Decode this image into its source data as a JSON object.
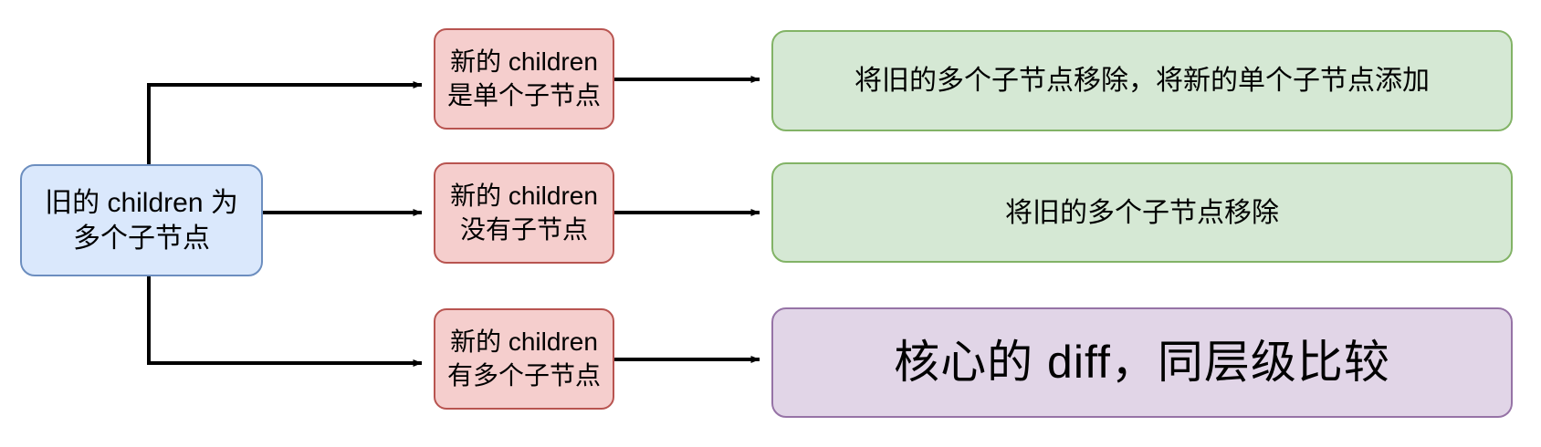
{
  "diagram": {
    "title": "React children diff decision flow",
    "colors": {
      "source_fill": "#dae8fc",
      "source_stroke": "#6c8ebf",
      "condition_fill": "#f5cecd",
      "condition_stroke": "#b85450",
      "result_fill": "#d5e8d4",
      "result_stroke": "#82b366",
      "highlight_fill": "#e1d5e7",
      "highlight_stroke": "#9673a6",
      "edge_stroke": "#000000",
      "background": "#ffffff"
    },
    "source": {
      "id": "old-children-multiple",
      "label": "旧的 children 为\n多个子节点"
    },
    "branches": [
      {
        "id": "new-children-single",
        "condition": "新的 children\n是单个子节点",
        "result": "将旧的多个子节点移除，将新的单个子节点添加",
        "result_kind": "result"
      },
      {
        "id": "new-children-none",
        "condition": "新的 children\n没有子节点",
        "result": "将旧的多个子节点移除",
        "result_kind": "result"
      },
      {
        "id": "new-children-multiple",
        "condition": "新的 children\n有多个子节点",
        "result": "核心的 diff，同层级比较",
        "result_kind": "highlight"
      }
    ],
    "edges": [
      {
        "id": "edge-source-to-cond-1",
        "from": "old-children-multiple",
        "to": "new-children-single",
        "style": "orthogonal-arrow"
      },
      {
        "id": "edge-source-to-cond-2",
        "from": "old-children-multiple",
        "to": "new-children-none",
        "style": "straight-arrow"
      },
      {
        "id": "edge-source-to-cond-3",
        "from": "old-children-multiple",
        "to": "new-children-multiple",
        "style": "orthogonal-arrow"
      },
      {
        "id": "edge-cond-1-to-result-1",
        "from": "new-children-single",
        "to": "result-1",
        "style": "straight-arrow"
      },
      {
        "id": "edge-cond-2-to-result-2",
        "from": "new-children-none",
        "to": "result-2",
        "style": "straight-arrow"
      },
      {
        "id": "edge-cond-3-to-result-3",
        "from": "new-children-multiple",
        "to": "result-3",
        "style": "straight-arrow"
      }
    ]
  }
}
